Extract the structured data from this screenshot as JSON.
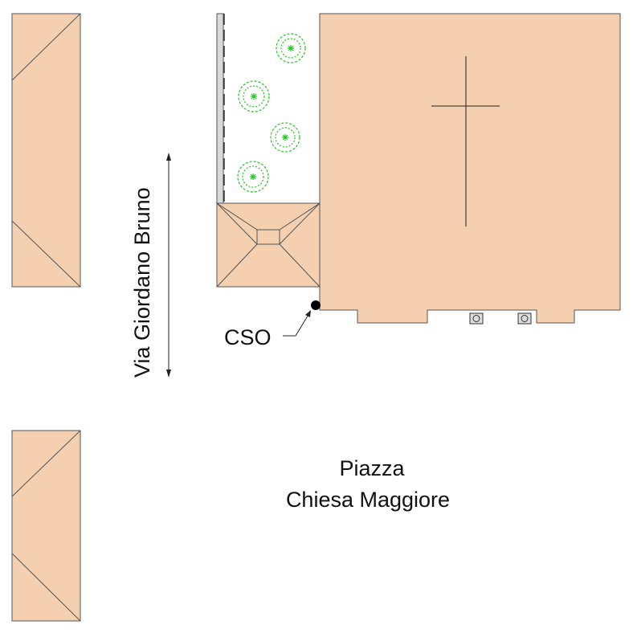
{
  "labels": {
    "street": "Via Giordano Bruno",
    "point": "CSO",
    "square_line1": "Piazza",
    "square_line2": "Chiesa Maggiore"
  },
  "colors": {
    "building_fill": "#f5d0b0",
    "outline": "#555555",
    "tree": "#22c622",
    "background": "#ffffff"
  },
  "icons": {
    "trees": "tree-icon",
    "cross": "church-cross-icon",
    "point": "cso-point-icon"
  }
}
